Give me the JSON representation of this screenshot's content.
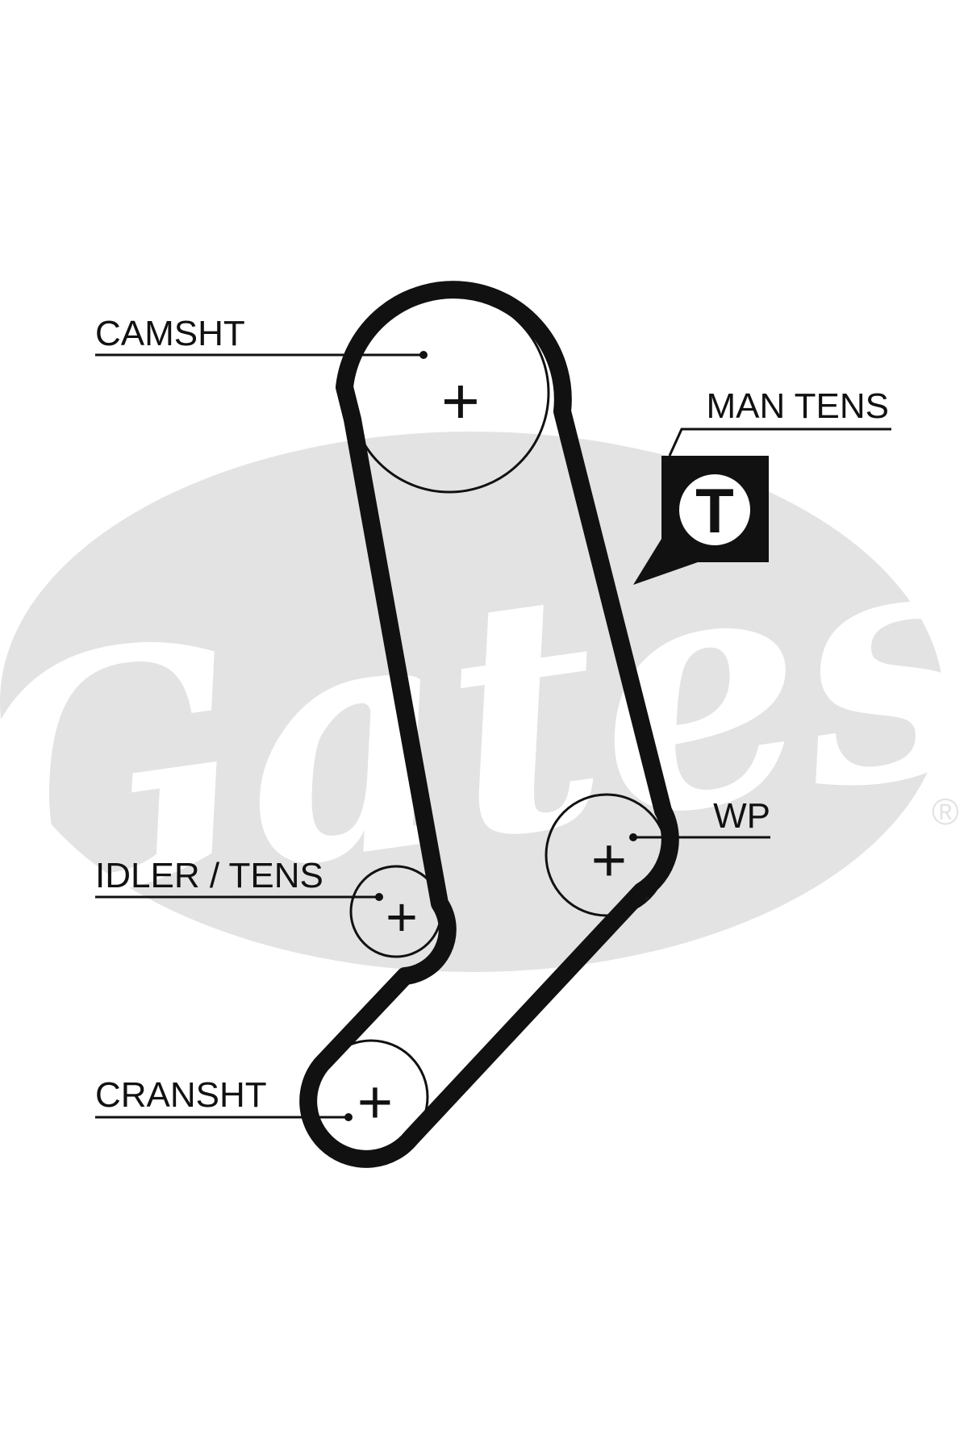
{
  "colors": {
    "ink": "#111111",
    "watermark": "#e3e3e3",
    "background": "#ffffff"
  },
  "watermark": {
    "brand": "Gates",
    "registered_mark": "®"
  },
  "labels": {
    "camshaft": "CAMSHT",
    "manual_tensioner": "MAN TENS",
    "tensioner_symbol": "T",
    "water_pump": "WP",
    "idler_tensioner": "IDLER / TENS",
    "crankshaft": "CRANSHT"
  },
  "pulley_center_marks": {
    "camshaft": "+",
    "water_pump": "+",
    "idler_tensioner": "+",
    "crankshaft": "+"
  }
}
